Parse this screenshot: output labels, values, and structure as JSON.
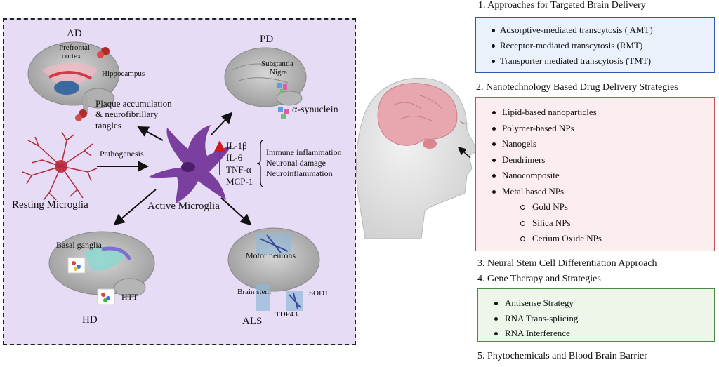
{
  "left_panel": {
    "ad": {
      "title": "AD",
      "label_prefrontal_1": "Prefrontal",
      "label_prefrontal_2": "cortex",
      "label_hippocampus": "Hippocampus",
      "note_1": "Plaque accumulation",
      "note_2": "& neurofibrillary",
      "note_3": "tangles"
    },
    "pd": {
      "title": "PD",
      "label_substantia_1": "Substantia",
      "label_substantia_2": "Nigra",
      "protein": "α-synuclein"
    },
    "hd": {
      "title": "HD",
      "label_basal": "Basal ganglia",
      "protein": "HTT"
    },
    "als": {
      "title": "ALS",
      "label_motor": "Motor neurons",
      "label_brainstem": "Brain stem",
      "protein_1": "SOD1",
      "protein_2": "TDP43"
    },
    "resting": "Resting Microglia",
    "pathogenesis": "Pathogenesis",
    "active": "Active Microglia",
    "cytokines": [
      "IL-1β",
      "IL-6",
      "TNF-α",
      "MCP-1"
    ],
    "effects": [
      "Immune inflammation",
      "Neuronal damage",
      "Neuroinflammation"
    ]
  },
  "right_panel": {
    "s1_title": "1.  Approaches for Targeted Brain Delivery",
    "s1_items": [
      "Adsorptive-mediated transcytosis ( AMT)",
      "Receptor-mediated transcytosis (RMT)",
      "Transporter mediated transcytosis (TMT)"
    ],
    "s2_title": "2. Nanotechnology Based Drug Delivery Strategies",
    "s2_items": [
      "Lipid-based nanoparticles",
      "Polymer-based NPs",
      "Nanogels",
      "Dendrimers",
      "Nanocomposite",
      "Metal based NPs"
    ],
    "s2_subitems": [
      "Gold NPs",
      "Silica NPs",
      "Cerium Oxide NPs"
    ],
    "s3_title": "3. Neural Stem Cell Differentiation Approach",
    "s4_title": "4. Gene Therapy and Strategies",
    "s4_items": [
      "Antisense Strategy",
      "RNA Trans-splicing",
      "RNA Interference"
    ],
    "s5_title": "5. Phytochemicals and Blood Brain Barrier"
  },
  "colors": {
    "panel_bg": "#e6dcf5",
    "microglia": "#7b3fa0",
    "box1_border": "#2d5aa0",
    "box2_border": "#c0505a",
    "box3_border": "#4a8a44",
    "up_arrow": "#d0191f"
  }
}
